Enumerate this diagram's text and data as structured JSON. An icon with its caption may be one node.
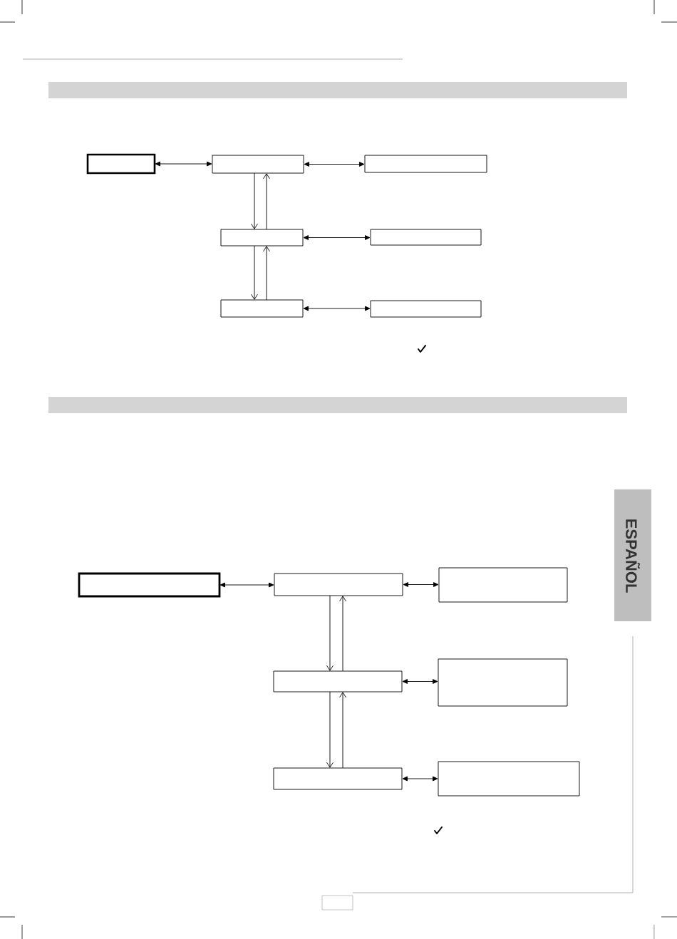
{
  "diagram": {
    "nodes": [
      {
        "text": [],
        "shape": "bar"
      },
      {
        "text": [],
        "shape": "box"
      },
      {
        "text": [],
        "shape": "box"
      },
      {
        "text": [],
        "shape": "box"
      },
      {
        "text": [],
        "shape": "box"
      },
      {
        "text": [],
        "shape": "box"
      },
      {
        "text": [],
        "shape": "box"
      },
      {
        "text": [],
        "shape": "box"
      },
      {
        "text": [],
        "shape": "bar"
      },
      {
        "text": [],
        "shape": "box"
      },
      {
        "text": [],
        "shape": "box"
      },
      {
        "text": [],
        "shape": "box"
      },
      {
        "text": [],
        "shape": "box"
      },
      {
        "text": [],
        "shape": "box"
      },
      {
        "text": [],
        "shape": "box"
      },
      {
        "text": [],
        "shape": "box"
      }
    ],
    "edges": [
      {
        "from": 1,
        "to": 2,
        "arrow": "both"
      },
      {
        "from": 2,
        "to": 3,
        "arrow": "both"
      },
      {
        "from": 2,
        "to": 4,
        "arrow": "to"
      },
      {
        "from": 4,
        "to": 2,
        "arrow": "to"
      },
      {
        "from": 4,
        "to": 5,
        "arrow": "both"
      },
      {
        "from": 4,
        "to": 6,
        "arrow": "to"
      },
      {
        "from": 6,
        "to": 4,
        "arrow": "to"
      },
      {
        "from": 6,
        "to": 7,
        "arrow": "both"
      },
      {
        "from": 9,
        "to": 10,
        "arrow": "both"
      },
      {
        "from": 10,
        "to": 11,
        "arrow": "both"
      },
      {
        "from": 10,
        "to": 12,
        "arrow": "to"
      },
      {
        "from": 12,
        "to": 10,
        "arrow": "to"
      },
      {
        "from": 12,
        "to": 13,
        "arrow": "both"
      },
      {
        "from": 12,
        "to": 14,
        "arrow": "to"
      },
      {
        "from": 14,
        "to": 12,
        "arrow": "to"
      },
      {
        "from": 14,
        "to": 15,
        "arrow": "both"
      }
    ],
    "labels": [
      "ESPAÑOL"
    ]
  }
}
